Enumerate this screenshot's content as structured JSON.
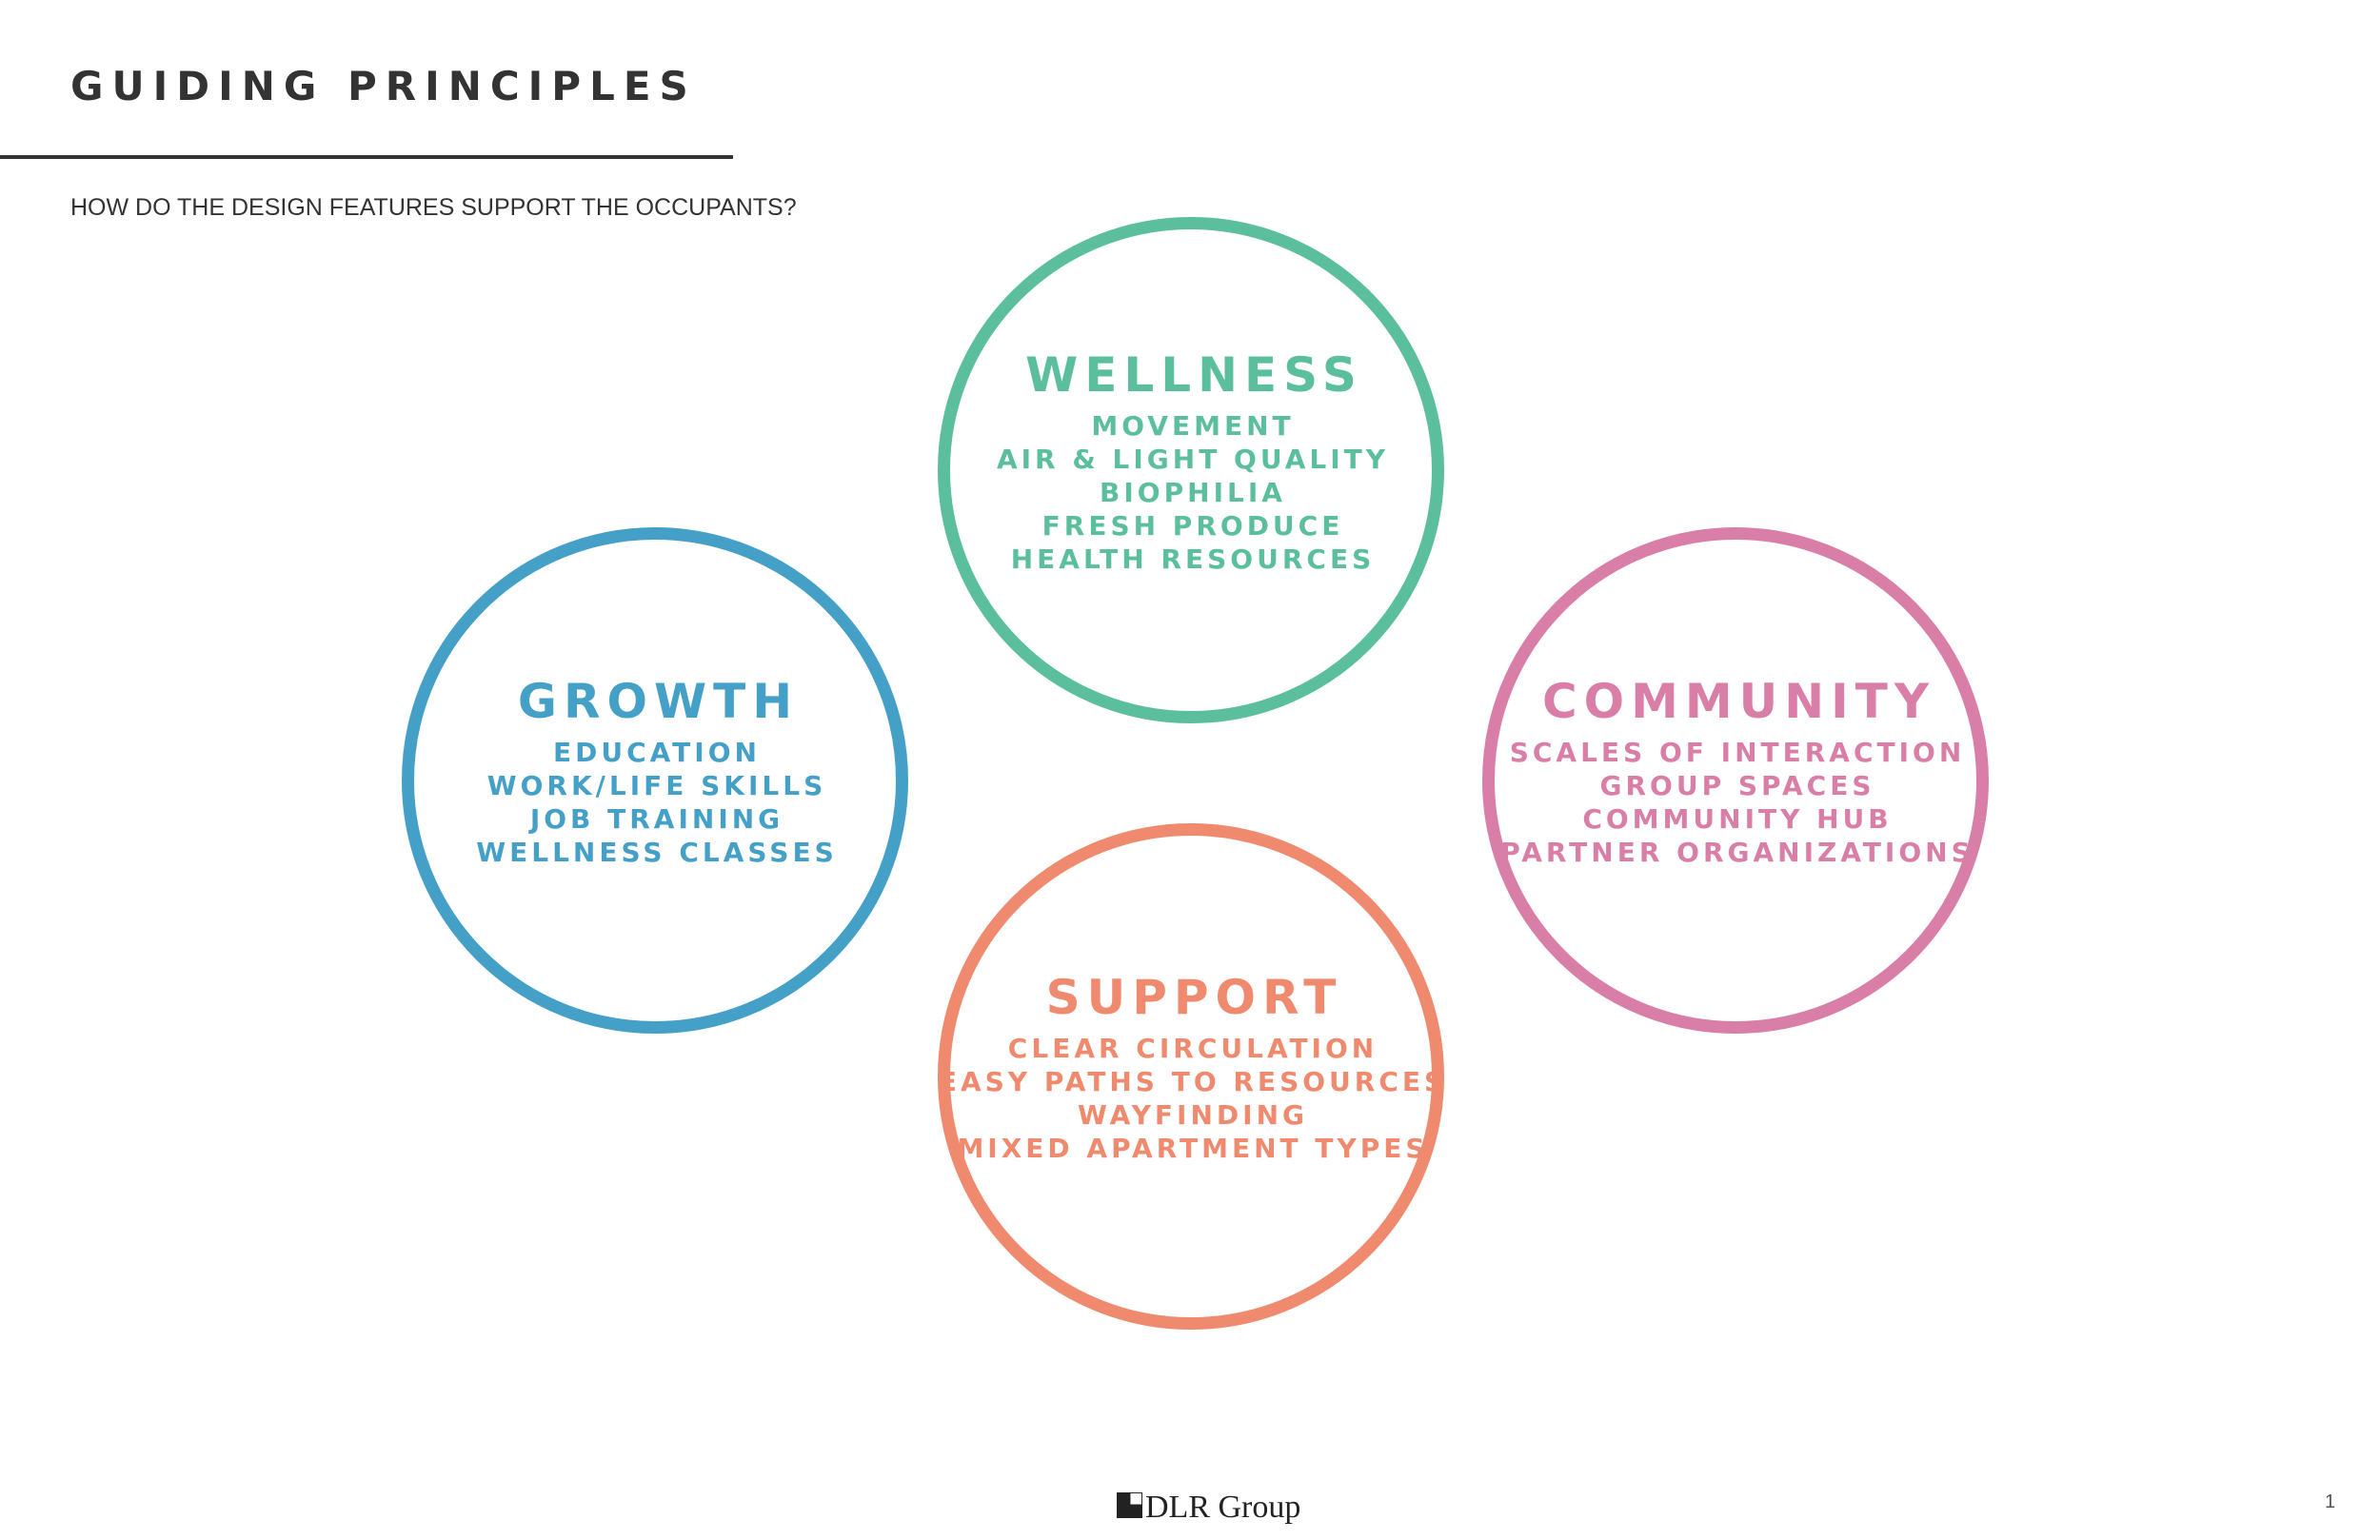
{
  "header": {
    "title": "GUIDING PRINCIPLES",
    "subtitle": "HOW DO THE DESIGN FEATURES SUPPORT THE OCCUPANTS?"
  },
  "principles": {
    "wellness": {
      "title": "WELLNESS",
      "color": "#5bbf9d",
      "items": [
        "MOVEMENT",
        "AIR & LIGHT QUALITY",
        "BIOPHILIA",
        "FRESH PRODUCE",
        "HEALTH RESOURCES"
      ]
    },
    "growth": {
      "title": "GROWTH",
      "color": "#45a0c8",
      "items": [
        "EDUCATION",
        "WORK/LIFE SKILLS",
        "JOB TRAINING",
        "WELLNESS CLASSES"
      ]
    },
    "community": {
      "title": "COMMUNITY",
      "color": "#d97ea6",
      "items": [
        "SCALES OF INTERACTION",
        "GROUP SPACES",
        "COMMUNITY HUB",
        "PARTNER ORGANIZATIONS"
      ]
    },
    "support": {
      "title": "SUPPORT",
      "color": "#f08a6e",
      "items": [
        "CLEAR CIRCULATION",
        "EASY PATHS TO RESOURCES",
        "WAYFINDING",
        "MIXED APARTMENT TYPES"
      ]
    }
  },
  "footer": {
    "logo_text": "DLR Group",
    "logo_icon": "dlr-logo-icon",
    "page_number": "1"
  }
}
